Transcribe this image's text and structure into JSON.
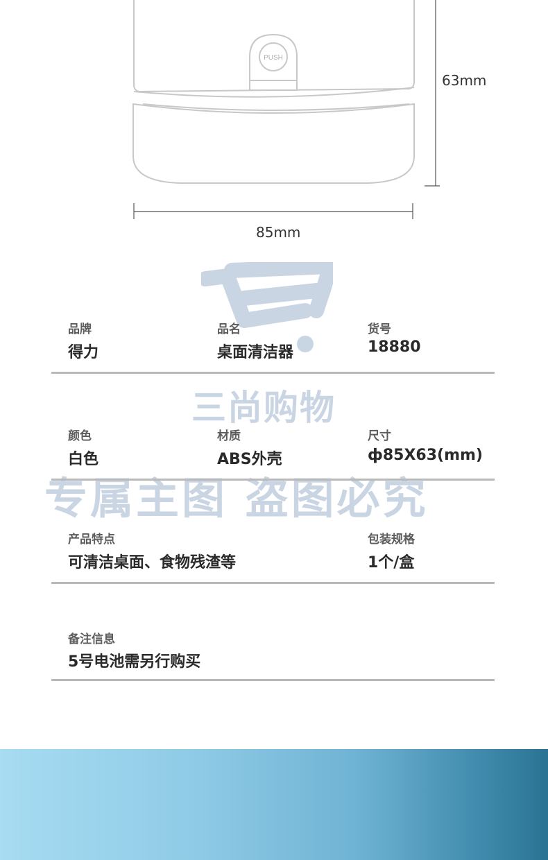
{
  "drawing": {
    "height_label": "63mm",
    "width_label": "85mm",
    "button_label": "PUSH"
  },
  "watermark": {
    "brand": "三尚购物",
    "line": "专属主图  盗图必究"
  },
  "specs": {
    "brand_label": "品牌",
    "brand_value": "得力",
    "name_label": "品名",
    "name_value": "桌面清洁器",
    "sku_label": "货号",
    "sku_value": "18880",
    "color_label": "颜色",
    "color_value": "白色",
    "material_label": "材质",
    "material_value": "ABS外壳",
    "size_label": "尺寸",
    "size_value": "ф85X63(mm)",
    "feature_label": "产品特点",
    "feature_value": "可清洁桌面、食物残渣等",
    "pack_label": "包装规格",
    "pack_value": "1个/盒",
    "note_label": "备注信息",
    "note_value": "5号电池需另行购买"
  },
  "colors": {
    "rule": "#b9b9b9",
    "watermark": "#b9c8dc",
    "band_start": "#a7dcf2",
    "band_end": "#2a7393"
  }
}
